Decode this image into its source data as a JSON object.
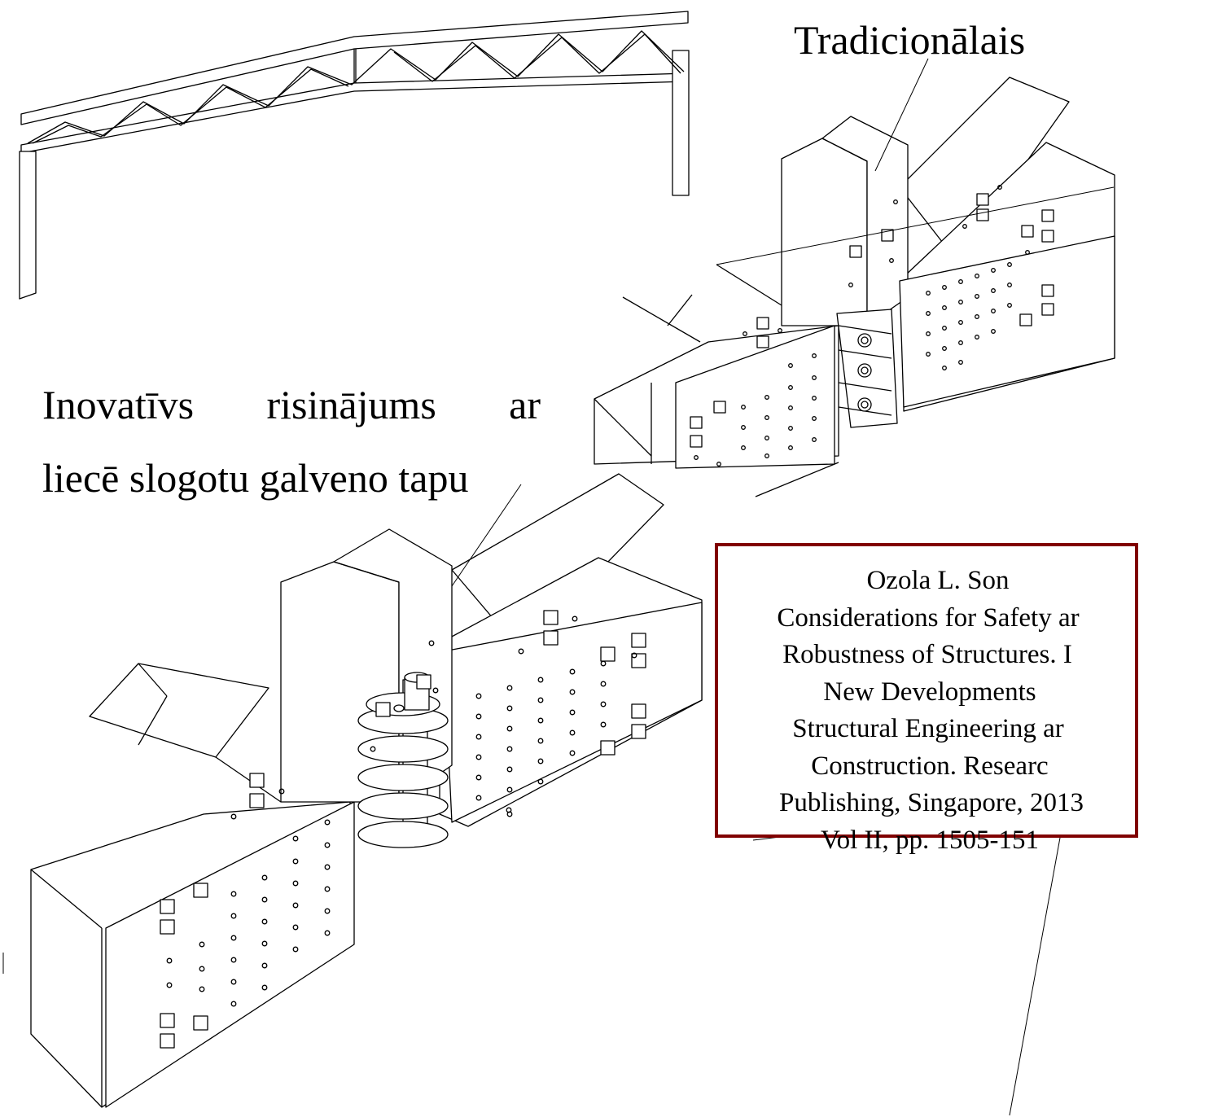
{
  "labels": {
    "traditional": "Tradicionālais",
    "innovative_line1_words": [
      "Inovatīvs",
      "risinājums",
      "ar"
    ],
    "innovative_line2": "liecē slogotu galveno tapu"
  },
  "reference": {
    "lines": [
      "Ozola L. Son",
      "Considerations for Safety ar",
      "Robustness of Structures. I",
      "New Developments",
      "Structural Engineering ar",
      "Construction. Researc",
      "Publishing, Singapore, 2013",
      "Vol II, pp. 1505-151"
    ]
  },
  "colors": {
    "line": "#000000",
    "reference_border": "#800000",
    "background": "#ffffff"
  }
}
